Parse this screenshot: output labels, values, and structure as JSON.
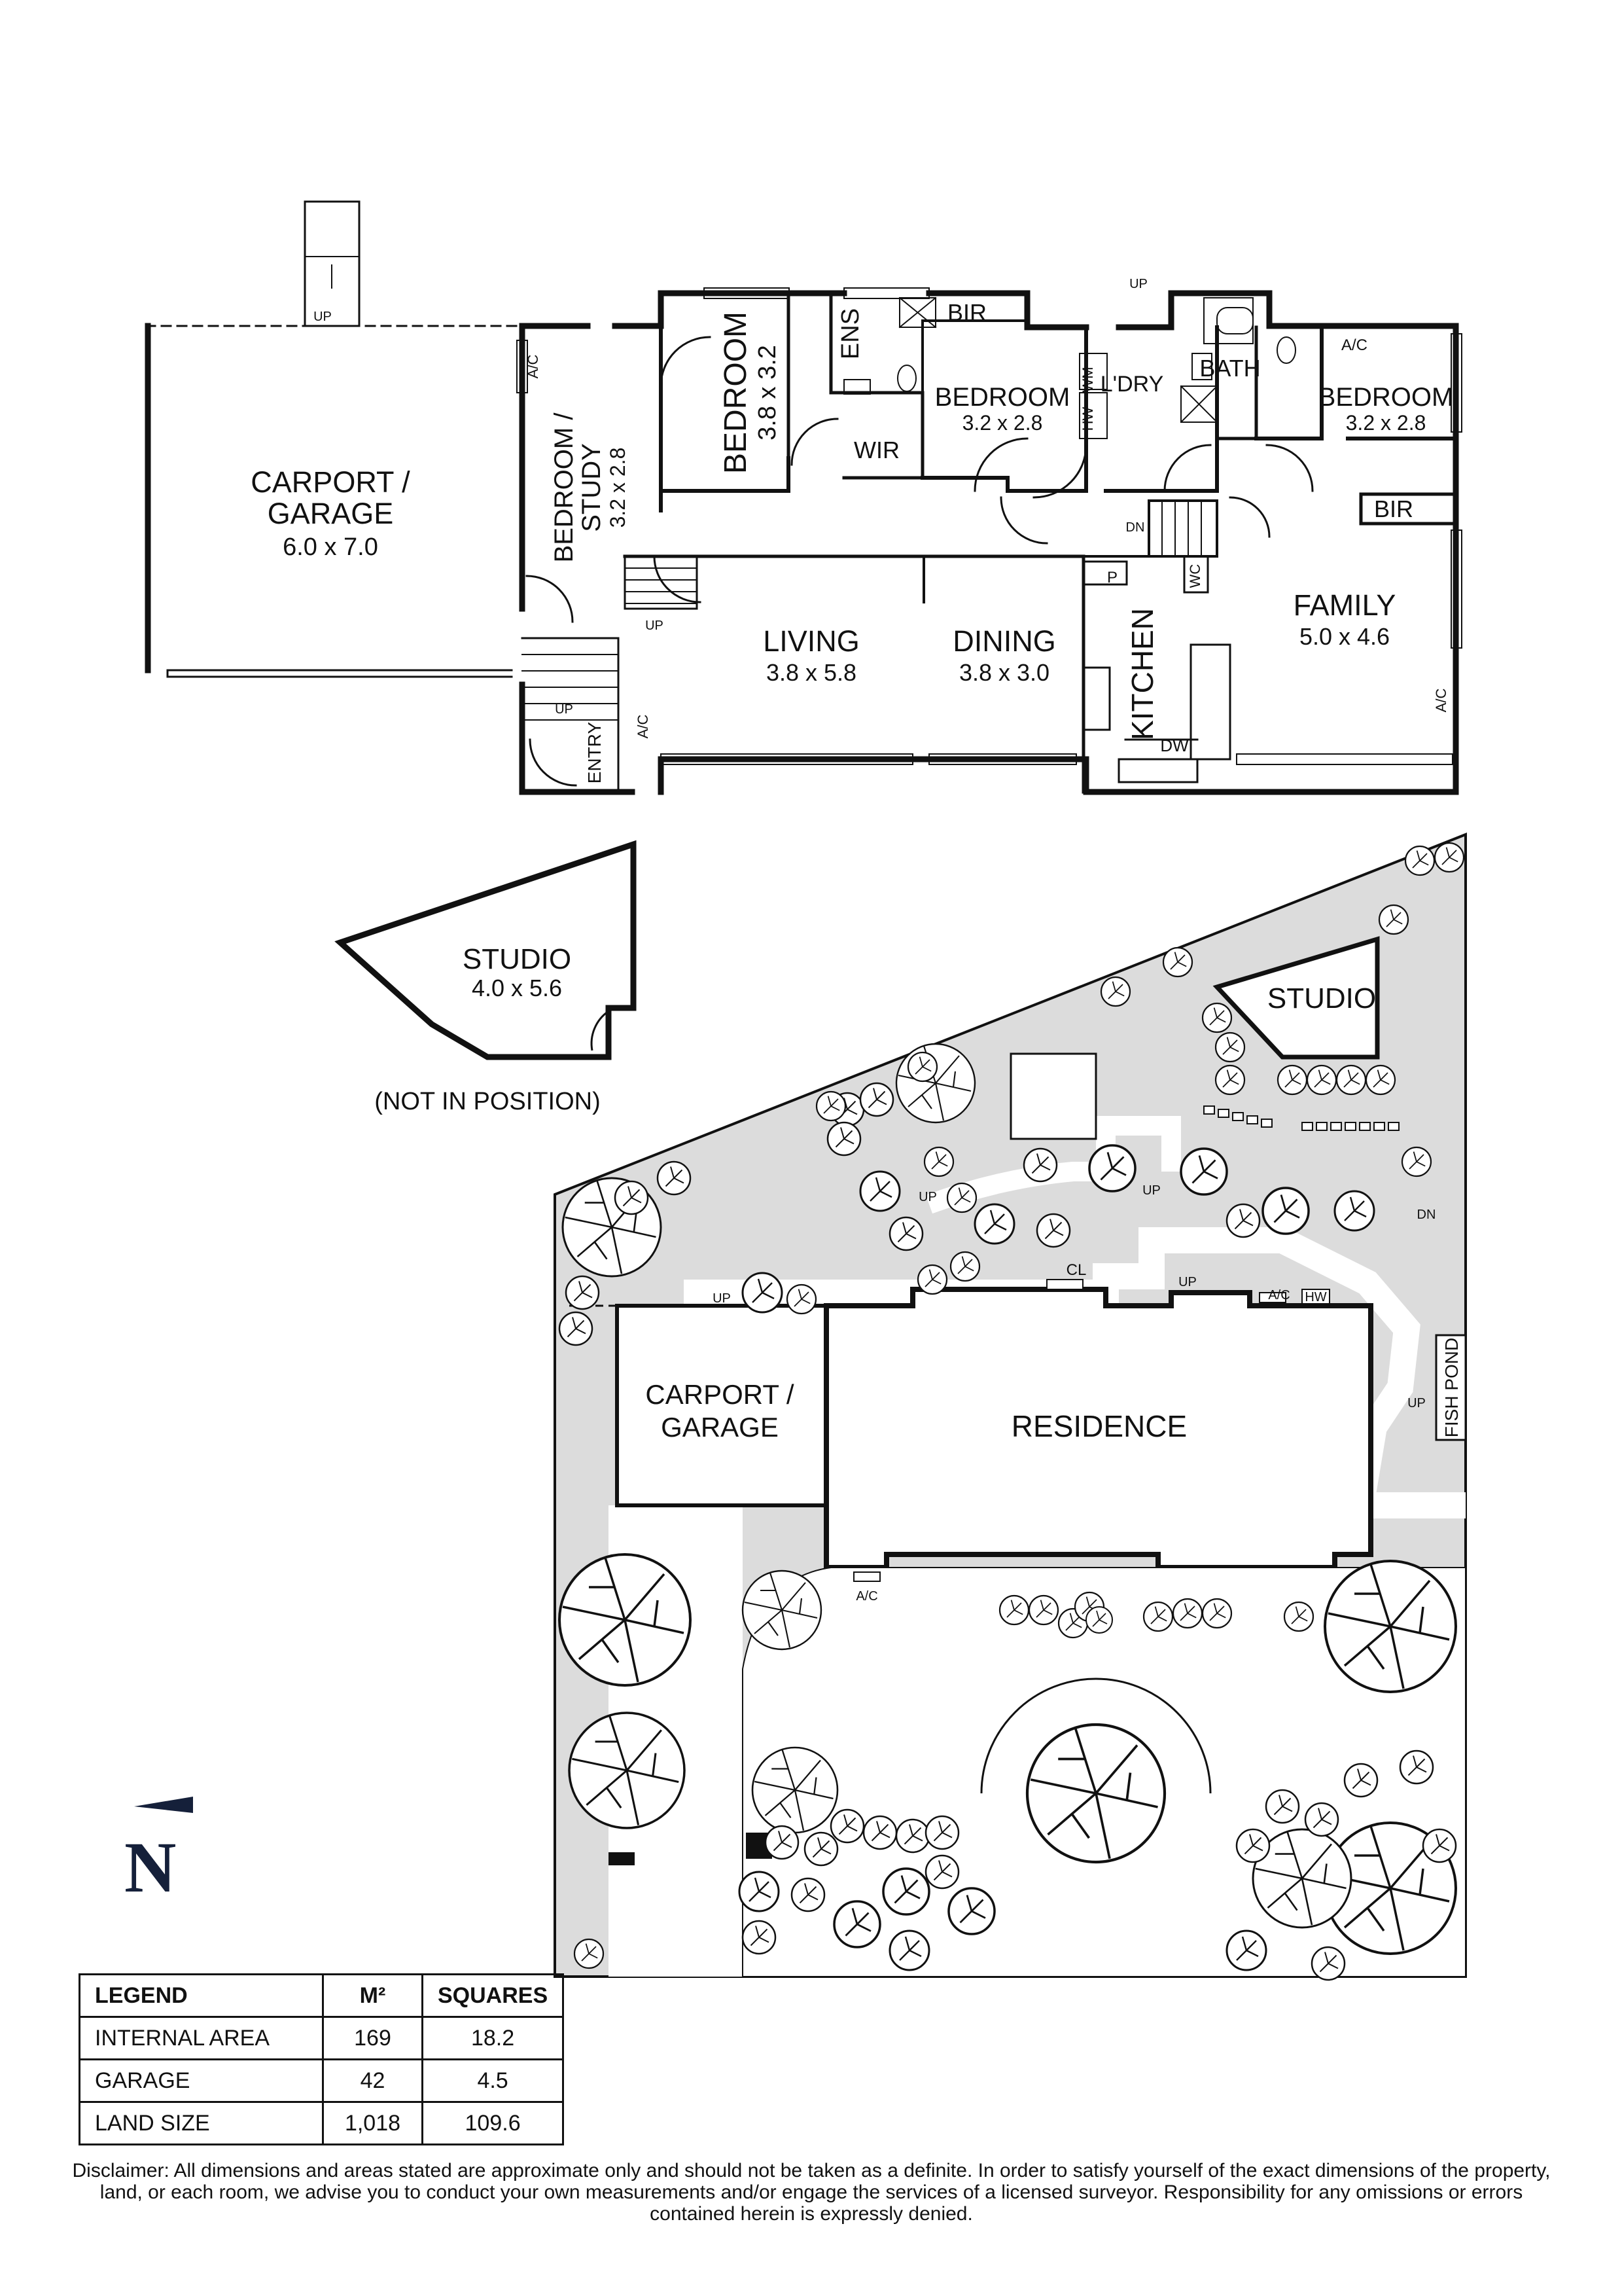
{
  "floor_plan": {
    "rooms": [
      {
        "id": "carport",
        "name": "CARPORT /",
        "name2": "GARAGE",
        "size": "6.0 x 7.0"
      },
      {
        "id": "bed-study",
        "name": "BEDROOM /",
        "name2": "STUDY",
        "size": "3.2 x 2.8"
      },
      {
        "id": "bed1",
        "name": "BEDROOM",
        "size": "3.8 x 3.2"
      },
      {
        "id": "bed2",
        "name": "BEDROOM",
        "size": "3.2 x 2.8"
      },
      {
        "id": "bed3",
        "name": "BEDROOM",
        "size": "3.2 x 2.8"
      },
      {
        "id": "living",
        "name": "LIVING",
        "size": "3.8 x 5.8"
      },
      {
        "id": "dining",
        "name": "DINING",
        "size": "3.8 x 3.0"
      },
      {
        "id": "family",
        "name": "FAMILY",
        "size": "5.0 x 4.6"
      },
      {
        "id": "kitchen",
        "name": "KITCHEN"
      }
    ],
    "labels": {
      "ens": "ENS",
      "bir": "BIR",
      "wir": "WIR",
      "ldry": "L'DRY",
      "bath": "BATH",
      "hw": "HW",
      "wm": "WM",
      "wc": "WC",
      "p": "P",
      "dw": "DW",
      "ac": "A/C",
      "up": "UP",
      "dn": "DN",
      "entry": "ENTRY"
    }
  },
  "studio_plan": {
    "name": "STUDIO",
    "size": "4.0 x 5.6",
    "note": "(NOT IN POSITION)"
  },
  "site_plan": {
    "labels": {
      "studio": "STUDIO",
      "carport": "CARPORT /",
      "carport2": "GARAGE",
      "residence": "RESIDENCE",
      "fish_pond": "FISH POND",
      "cl": "CL",
      "ac": "A/C",
      "hw": "HW",
      "up": "UP",
      "dn": "DN"
    }
  },
  "north": {
    "label": "N"
  },
  "legend": {
    "headers": [
      "LEGEND",
      "M²",
      "SQUARES"
    ],
    "rows": [
      [
        "INTERNAL AREA",
        "169",
        "18.2"
      ],
      [
        "GARAGE",
        "42",
        "4.5"
      ],
      [
        "LAND SIZE",
        "1,018",
        "109.6"
      ]
    ]
  },
  "disclaimer": "Disclaimer: All dimensions and areas stated are approximate only and should not be taken as a definite. In order to satisfy yourself of the exact dimensions of the property, land, or each room, we advise you to conduct your own measurements and/or engage the services of a licensed surveyor. Responsibility for any omissions or errors contained herein is expressly denied."
}
